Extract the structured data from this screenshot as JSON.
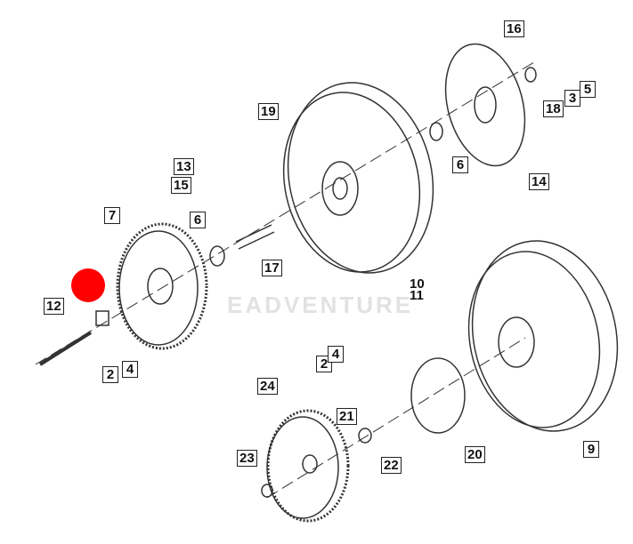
{
  "watermark": "EADVENTURE",
  "callouts": {
    "c16": "16",
    "c5": "5",
    "c3": "3",
    "c18": "18",
    "c19": "19",
    "c6a": "6",
    "c14": "14",
    "c13": "13",
    "c15": "15",
    "c7": "7",
    "c6b": "6",
    "c17": "17",
    "c10": "10",
    "c11": "11",
    "c12": "12",
    "c2a": "2",
    "c4a": "4",
    "c2b": "2",
    "c4b": "4",
    "c24": "24",
    "c21": "21",
    "c22": "22",
    "c20": "20",
    "c9": "9",
    "c23": "23"
  },
  "marker_color": "#ff0000"
}
